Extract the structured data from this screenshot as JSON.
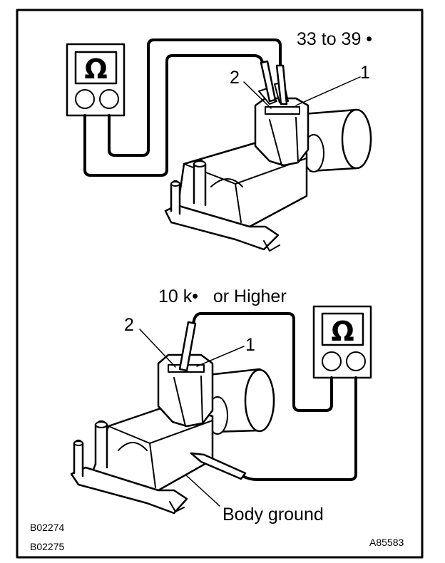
{
  "top_test": {
    "reading": "33 to 39 •",
    "terminal_left": "2",
    "terminal_right": "1",
    "meter_symbol": "Ω"
  },
  "bottom_test": {
    "reading": "10 k•   or Higher",
    "terminal_left": "2",
    "terminal_right": "1",
    "meter_symbol": "Ω",
    "ground_label": "Body ground"
  },
  "figure_codes": {
    "left_top": "B02274",
    "left_bottom": "B02275",
    "right": "A85583"
  }
}
